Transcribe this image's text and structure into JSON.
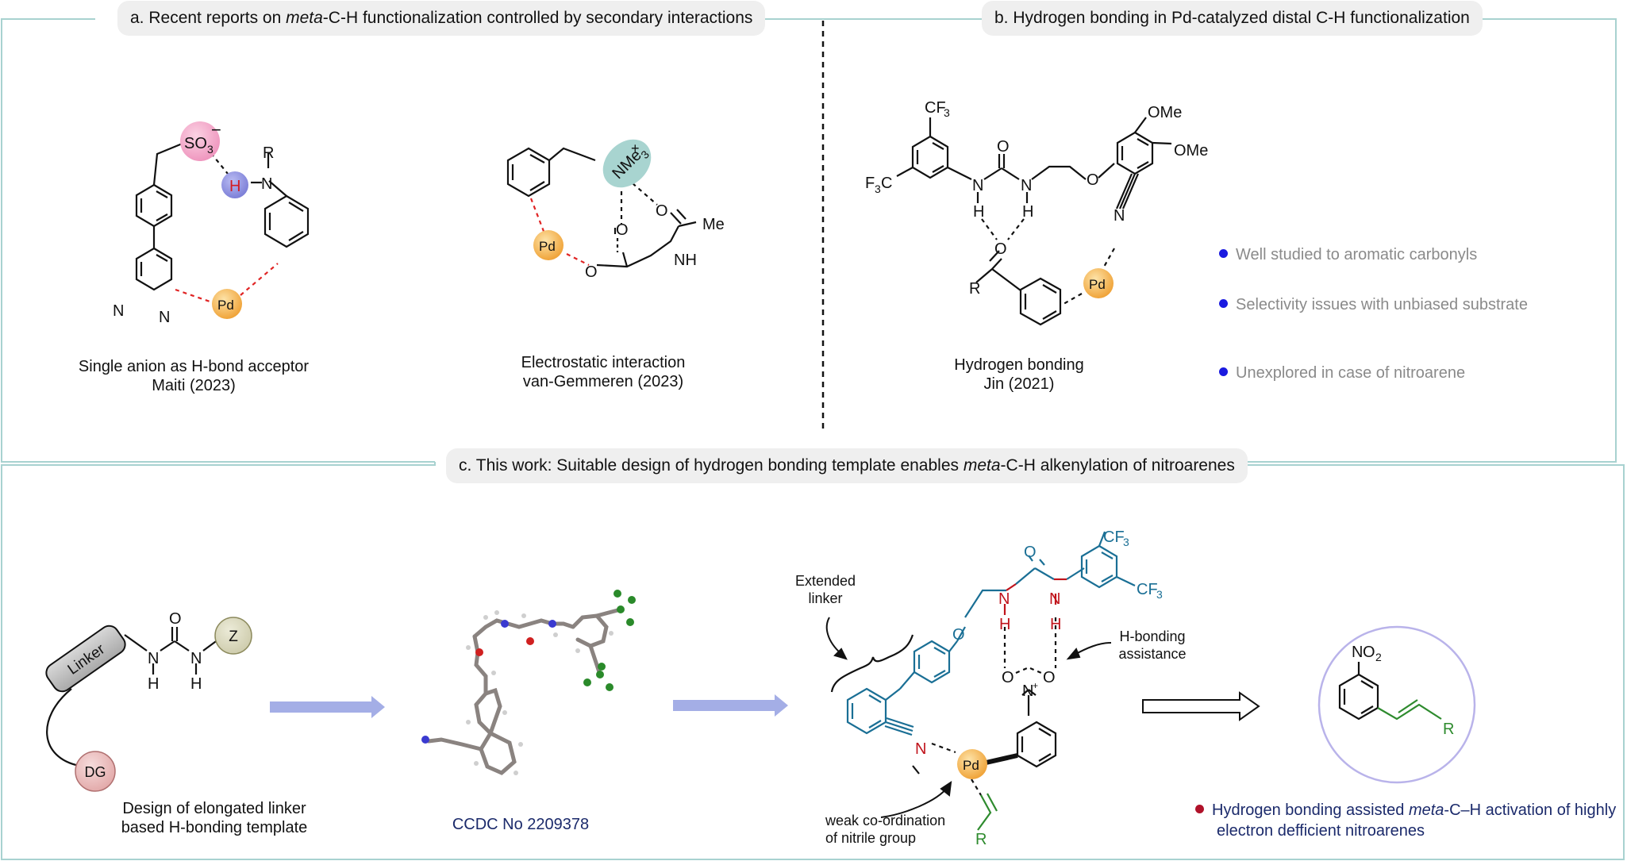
{
  "panels": {
    "a": {
      "title_pre": "a. Recent reports on ",
      "title_em": "meta",
      "title_post": "-C-H functionalization controlled by secondary interactions"
    },
    "b": {
      "title": "b. Hydrogen bonding in Pd-catalyzed distal C-H functionalization"
    },
    "c": {
      "title_pre": "c. This work: Suitable design of hydrogen bonding template enables ",
      "title_em": "meta",
      "title_post": "-C-H alkenylation of nitroarenes"
    }
  },
  "captions": {
    "maiti_line1": "Single anion as H-bond acceptor",
    "maiti_line2": "Maiti (2023)",
    "vg_line1": "Electrostatic interaction",
    "vg_line2": "van-Gemmeren (2023)",
    "jin_line1": "Hydrogen bonding",
    "jin_line2": "Jin (2021)",
    "design_line1": "Design of elongated linker",
    "design_line2": "based H-bonding template",
    "ccdc": "CCDC No 2209378"
  },
  "bullets_b": [
    "Well studied to aromatic carbonyls",
    "Selectivity issues with unbiased substrate",
    "Unexplored in case of nitroarene"
  ],
  "bullet_c": {
    "pre": "Hydrogen bonding assisted ",
    "em": "meta",
    "post": "-C–H activation of highly",
    "line2": "electron defficient nitroarenes"
  },
  "annotations": {
    "extended_linker_1": "Extended",
    "extended_linker_2": "linker",
    "hbond_assist_1": "H-bonding",
    "hbond_assist_2": "assistance",
    "weak_coord_1": "weak co-ordination",
    "weak_coord_2": "of nitrile group"
  },
  "atoms": {
    "pd": "Pd",
    "so3": "SO",
    "so3_sub": "3",
    "minus": "−",
    "h": "H",
    "n": "N",
    "r": "R",
    "nme3": "NMe",
    "nme3_sub": "3",
    "plus": "+",
    "o": "O",
    "me": "Me",
    "nh": "NH",
    "cf3": "CF",
    "cf3_sub": "3",
    "f3c": "F",
    "f3c_c": "C",
    "ome": "OMe",
    "linker": "Linker",
    "z": "Z",
    "dg": "DG",
    "no2": "NO",
    "no2_sub": "2"
  },
  "colors": {
    "panel_border": "#a8d2d0",
    "header_bg": "#efefef",
    "pd_ball": "#f6b44a",
    "so3_ball": "#f4a6c8",
    "h_ball": "#8c8ee0",
    "nme3_ball": "#a8d4d0",
    "arrow_fill": "#a4aee6",
    "template_blue": "#1a6f95",
    "nh_red": "#c0141c",
    "alkene_green": "#2e8b2e",
    "circle_lavender": "#b9b3ea",
    "bullet_blue": "#1a1ae0",
    "bullet_red": "#b0122a"
  }
}
